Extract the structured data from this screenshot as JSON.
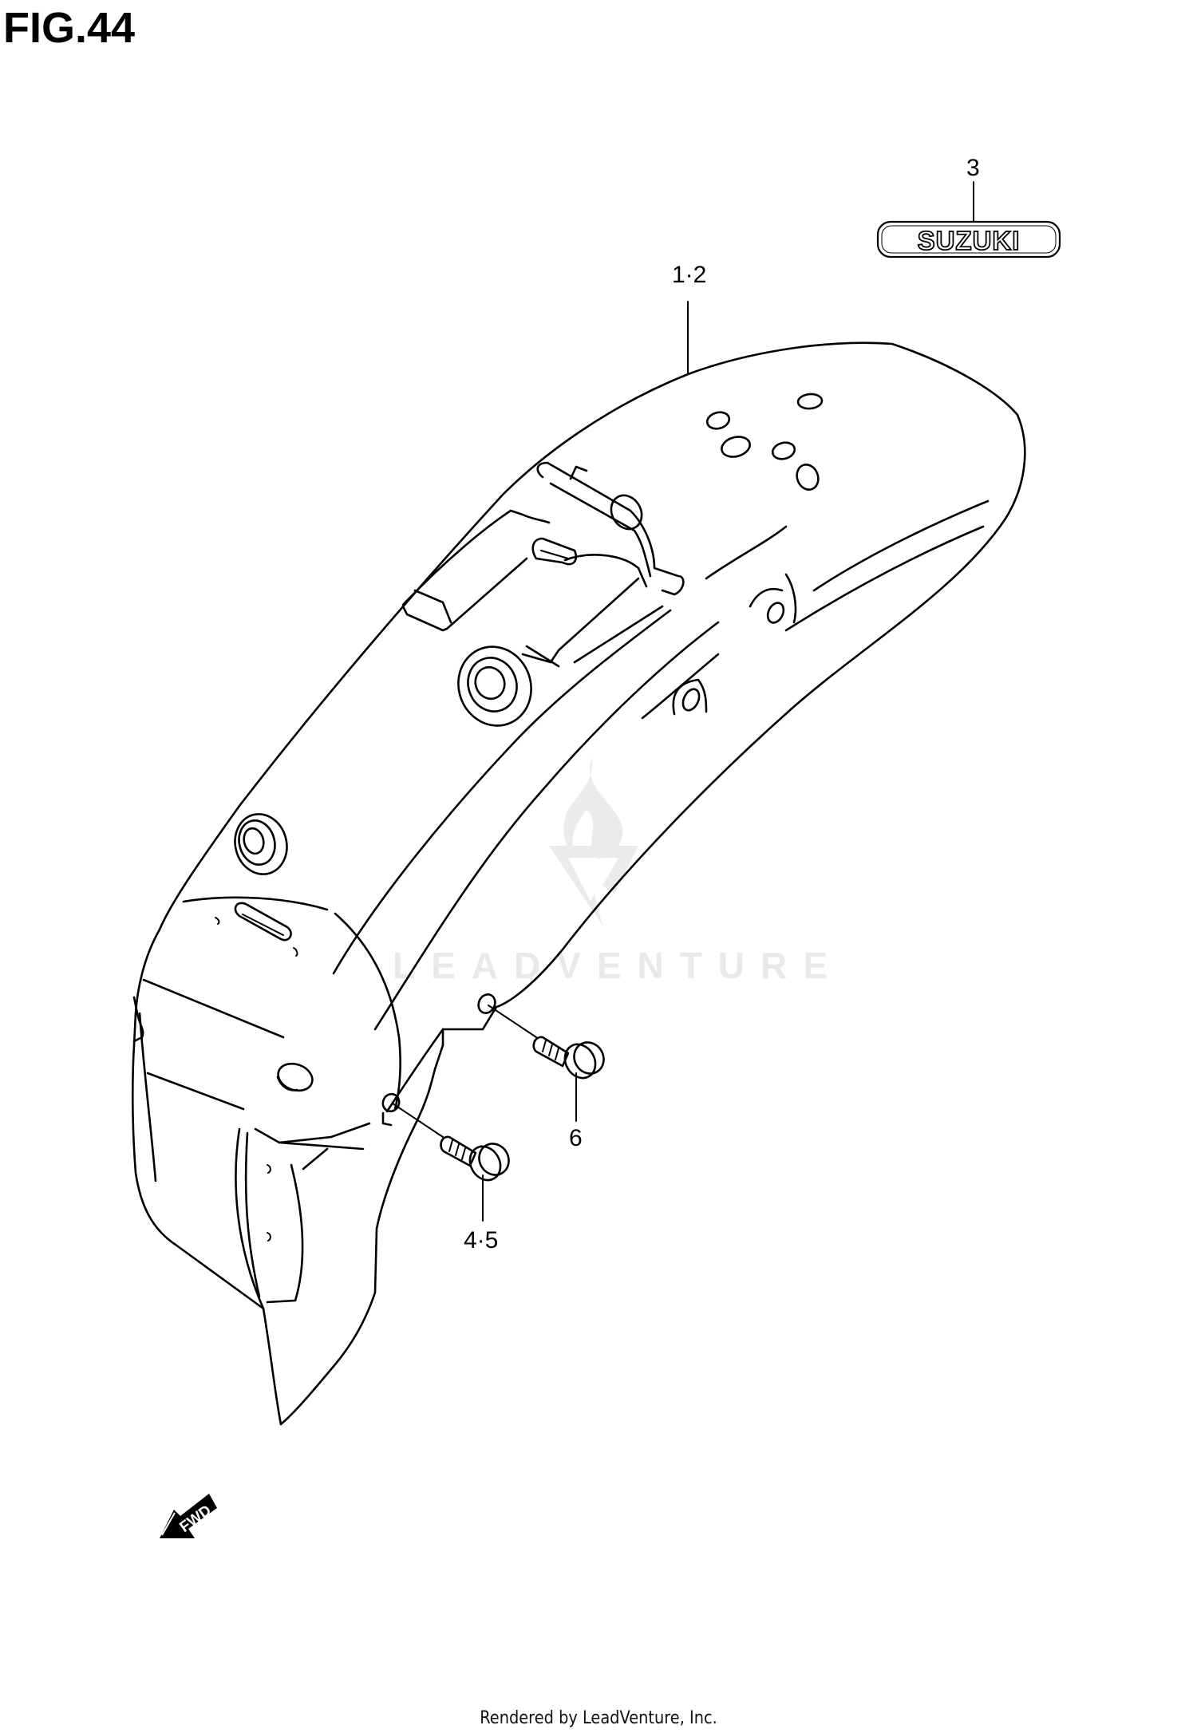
{
  "figure": {
    "title": "FIG.44"
  },
  "callouts": [
    {
      "id": "callout-1-2",
      "label": "1·2",
      "part": "rear fender"
    },
    {
      "id": "callout-3",
      "label": "3",
      "part": "emblem"
    },
    {
      "id": "callout-6",
      "label": "6",
      "part": "bolt"
    },
    {
      "id": "callout-4-5",
      "label": "4·5",
      "part": "bolt"
    }
  ],
  "emblem": {
    "text": "SUZUKI"
  },
  "direction_marker": {
    "text": "FWD",
    "icon": "forward-arrow-icon"
  },
  "watermark": {
    "text": "LEADVENTURE",
    "icon": "leadventure-logo-icon",
    "color": "#e9e9e9"
  },
  "footer": {
    "text": "Rendered by LeadVenture, Inc."
  },
  "colors": {
    "line": "#000000",
    "background": "#ffffff"
  }
}
